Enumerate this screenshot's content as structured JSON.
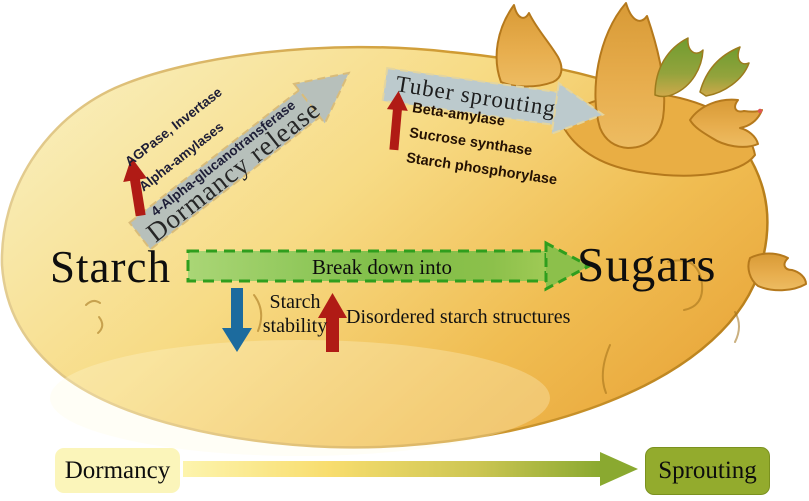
{
  "figure": {
    "starch": "Starch",
    "sugars": "Sugars",
    "breakdown": {
      "label": "Break down into"
    },
    "dormancy_release": {
      "label": "Dormancy release",
      "enzymes": [
        "AGPase, Invertase",
        "Alpha-amylases",
        "4-Alpha-glucanotransferase"
      ]
    },
    "tuber_sprouting": {
      "label": "Tuber sprouting",
      "enzymes": [
        "Beta-amylase",
        "Sucrose synthase",
        "Starch phosphorylase"
      ]
    },
    "starch_stability": {
      "label": "Starch stability"
    },
    "disordered": {
      "label": "Disordered starch structures"
    },
    "timeline": {
      "start": "Dormancy",
      "end": "Sprouting"
    }
  },
  "colors": {
    "breakdown_arrow_green": "#7fbe48",
    "breakdown_border_green": "#2f9e1d",
    "release_arrow_gray": "#b7c0bb",
    "sprouting_arrow_gray": "#bccacd",
    "increase_arrow_red": "#b01b15",
    "decrease_arrow_blue": "#1c6b9e",
    "dormancy_badge_yellow": "#fbf5ba",
    "sprouting_badge_green": "#93ab2d",
    "potato_light": "#f9edb6",
    "potato_dark": "#e8a438"
  }
}
